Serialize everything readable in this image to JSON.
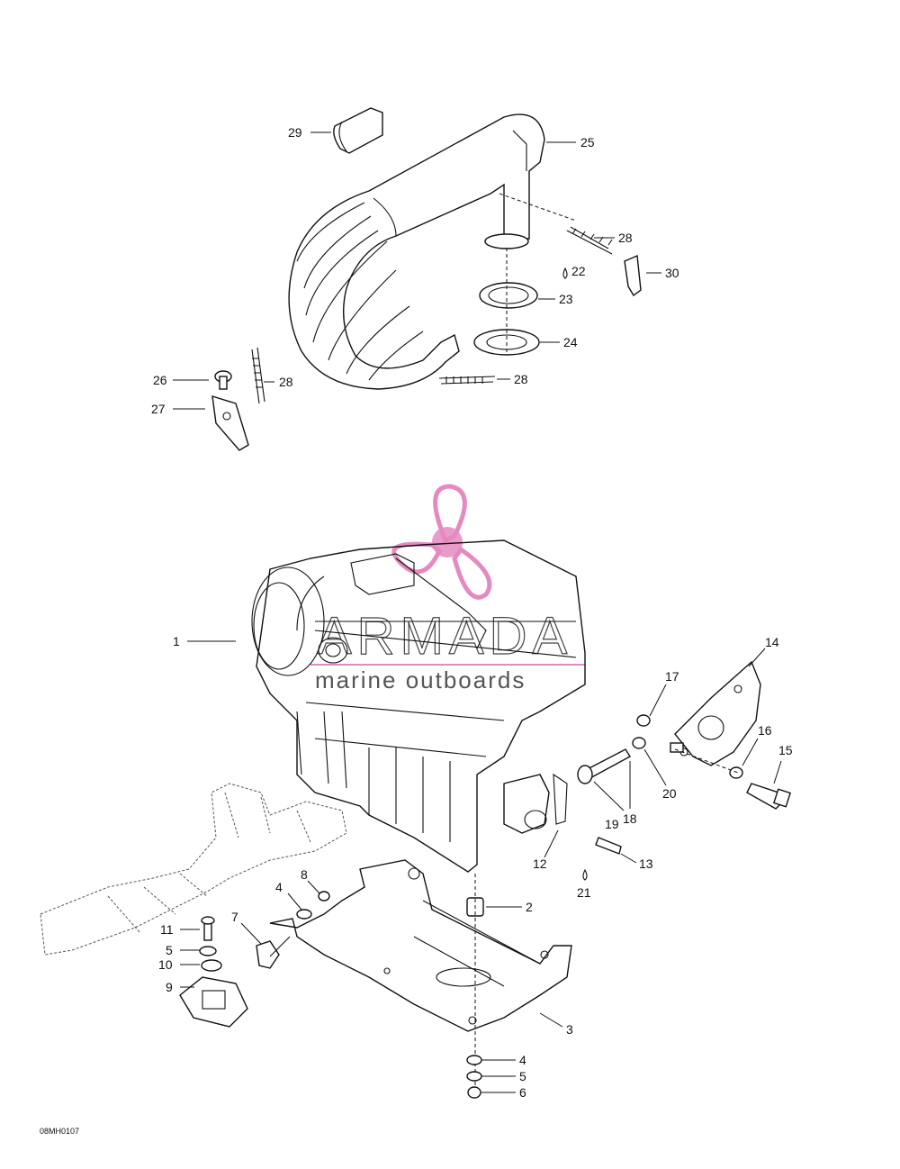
{
  "drawing_code": "08MH0107",
  "watermark": {
    "brand": "ARMADA",
    "tagline": "marine outboards",
    "accent_color": "#e58ac0",
    "logo_icon": "propeller-icon"
  },
  "callouts": [
    {
      "id": "c1",
      "label": "1"
    },
    {
      "id": "c2",
      "label": "2"
    },
    {
      "id": "c3",
      "label": "3"
    },
    {
      "id": "c4a",
      "label": "4"
    },
    {
      "id": "c4b",
      "label": "4"
    },
    {
      "id": "c5a",
      "label": "5"
    },
    {
      "id": "c5b",
      "label": "5"
    },
    {
      "id": "c6",
      "label": "6"
    },
    {
      "id": "c7",
      "label": "7"
    },
    {
      "id": "c8",
      "label": "8"
    },
    {
      "id": "c9",
      "label": "9"
    },
    {
      "id": "c10",
      "label": "10"
    },
    {
      "id": "c11",
      "label": "11"
    },
    {
      "id": "c12",
      "label": "12"
    },
    {
      "id": "c13",
      "label": "13"
    },
    {
      "id": "c14",
      "label": "14"
    },
    {
      "id": "c15",
      "label": "15"
    },
    {
      "id": "c16",
      "label": "16"
    },
    {
      "id": "c17",
      "label": "17"
    },
    {
      "id": "c18",
      "label": "18"
    },
    {
      "id": "c19",
      "label": "19"
    },
    {
      "id": "c20",
      "label": "20"
    },
    {
      "id": "c21",
      "label": "21"
    },
    {
      "id": "c22",
      "label": "22"
    },
    {
      "id": "c23",
      "label": "23"
    },
    {
      "id": "c24",
      "label": "24"
    },
    {
      "id": "c25",
      "label": "25"
    },
    {
      "id": "c26",
      "label": "26"
    },
    {
      "id": "c27",
      "label": "27"
    },
    {
      "id": "c28a",
      "label": "28"
    },
    {
      "id": "c28b",
      "label": "28"
    },
    {
      "id": "c28c",
      "label": "28"
    },
    {
      "id": "c29",
      "label": "29"
    },
    {
      "id": "c30",
      "label": "30"
    }
  ]
}
